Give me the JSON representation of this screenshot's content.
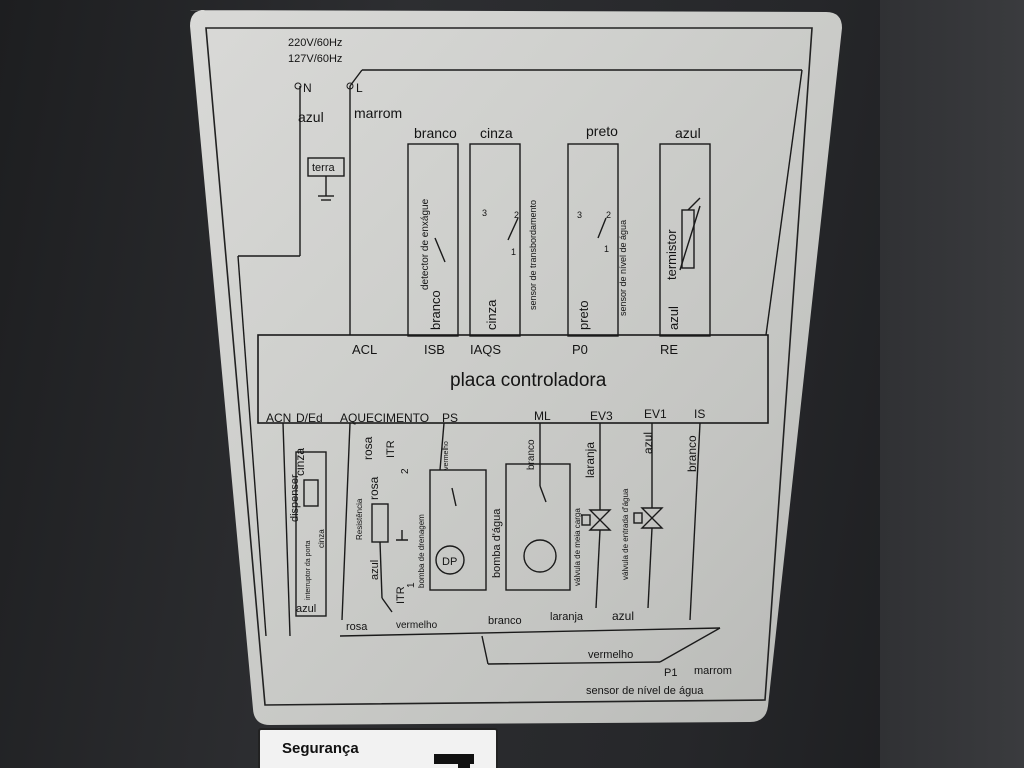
{
  "supply": {
    "v1": "220V/60Hz",
    "v2": "127V/60Hz",
    "n": "N",
    "l": "L"
  },
  "top_wires": {
    "azul": "azul",
    "marrom": "marrom",
    "terra": "terra"
  },
  "top_colors": {
    "branco": "branco",
    "cinza": "cinza",
    "preto": "preto",
    "azul": "azul"
  },
  "top_components": {
    "detector": "detector de enxágue",
    "transbordamento": "sensor de transbordamento",
    "nivel": "sensor de nível de água",
    "termistor": "termistor"
  },
  "top_vertical_labels": {
    "branco": "branco",
    "cinza": "cinza",
    "preto": "preto",
    "azul": "azul"
  },
  "switch_nums": {
    "n3": "3",
    "n2": "2",
    "n1": "1"
  },
  "board": {
    "title": "placa controladora"
  },
  "top_terminals": {
    "acl": "ACL",
    "isb": "ISB",
    "iaqs": "IAQS",
    "p0": "P0",
    "re": "RE"
  },
  "bottom_terminals": {
    "acn": "ACN",
    "ded": "D/Ed",
    "aquecimento": "AQUECIMENTO",
    "ps": "PS",
    "ml": "ML",
    "ev3": "EV3",
    "ev1": "EV1",
    "is": "IS"
  },
  "lower_labels": {
    "cinza1": "cinza",
    "dispenser": "dispenser",
    "interruptor": "interruptor da porta",
    "cinza2": "cinza",
    "azul1": "azul",
    "rosa1": "rosa",
    "rosa2": "rosa",
    "itr2": "ITR",
    "itr2n": "2",
    "resistencia": "Resistência",
    "azul2": "azul",
    "itr1": "ITR",
    "itr1n": "1",
    "vermelho1": "vermelho",
    "bomba_dren": "bomba de drenagem",
    "dp": "DP",
    "branco1": "branco",
    "bomba_agua": "bomba d'água",
    "laranja1": "laranja",
    "valv_meia": "válvula de meia carga",
    "azul3": "azul",
    "valv_entrada": "válvula de entrada d'água",
    "branco2": "branco"
  },
  "bottom_row": {
    "rosa": "rosa",
    "vermelho": "vermelho",
    "branco": "branco",
    "laranja": "laranja",
    "azul": "azul"
  },
  "p1": {
    "vermelho": "vermelho",
    "p1": "P1",
    "marrom": "marrom",
    "sensor": "sensor de nível de água"
  },
  "sticker": {
    "text": "Segurança"
  }
}
